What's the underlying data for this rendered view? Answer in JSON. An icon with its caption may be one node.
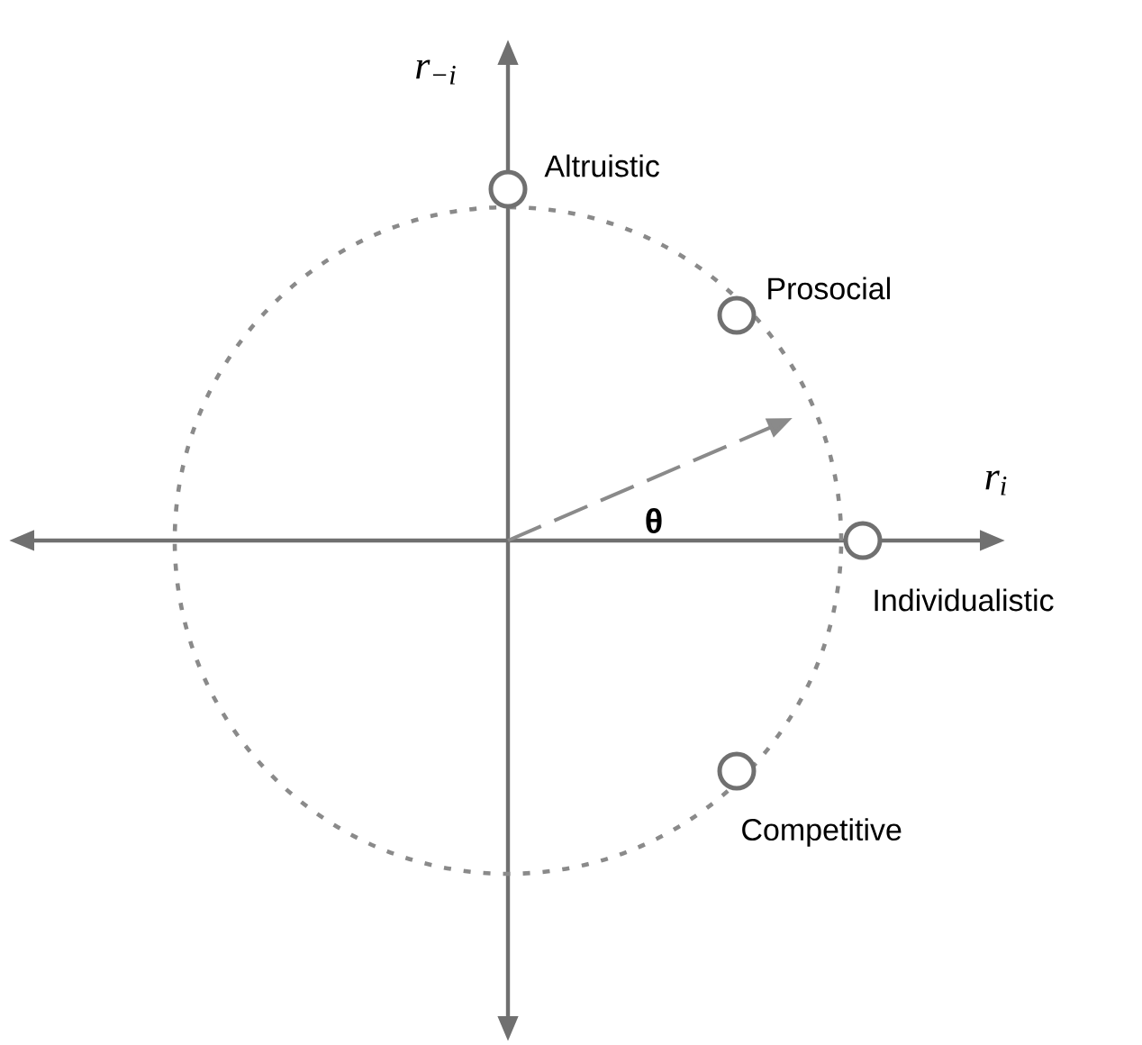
{
  "diagram": {
    "nodes": [
      {
        "text": [],
        "shape": "circle",
        "beside": [
          "Altruistic"
        ]
      },
      {
        "text": [],
        "shape": "circle",
        "beside": [
          "Prosocial"
        ]
      },
      {
        "text": [],
        "shape": "circle",
        "beside": [
          "Individualistic"
        ]
      },
      {
        "text": [],
        "shape": "circle",
        "beside": [
          "Competitive"
        ]
      }
    ],
    "labels": [
      "r$_{−i}$",
      "r$_{i}$",
      "θ"
    ]
  }
}
